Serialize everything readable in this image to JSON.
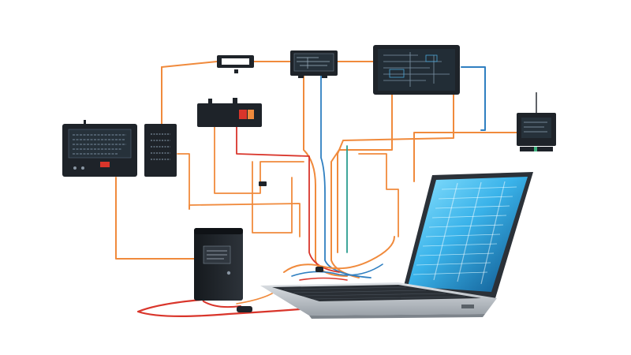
{
  "scene": {
    "background": "#ffffff",
    "colors": {
      "device_body": "#1e2329",
      "device_edge": "#0f1216",
      "screen_glow": "#49c6f2",
      "screen_deep": "#0b4f86",
      "cable_orange": "#f08a3c",
      "cable_red": "#d9352b",
      "cable_blue": "#2f7fc1",
      "cable_teal": "#2a9d8f",
      "laptop_silver": "#c9cdd2",
      "keyboard_dark": "#2a2f35"
    },
    "devices": [
      "monitor-left",
      "router-tall",
      "switch-top-small",
      "circuit-board-top",
      "control-panel-large",
      "relay-box",
      "module-right",
      "computer-tower",
      "laptop"
    ]
  }
}
